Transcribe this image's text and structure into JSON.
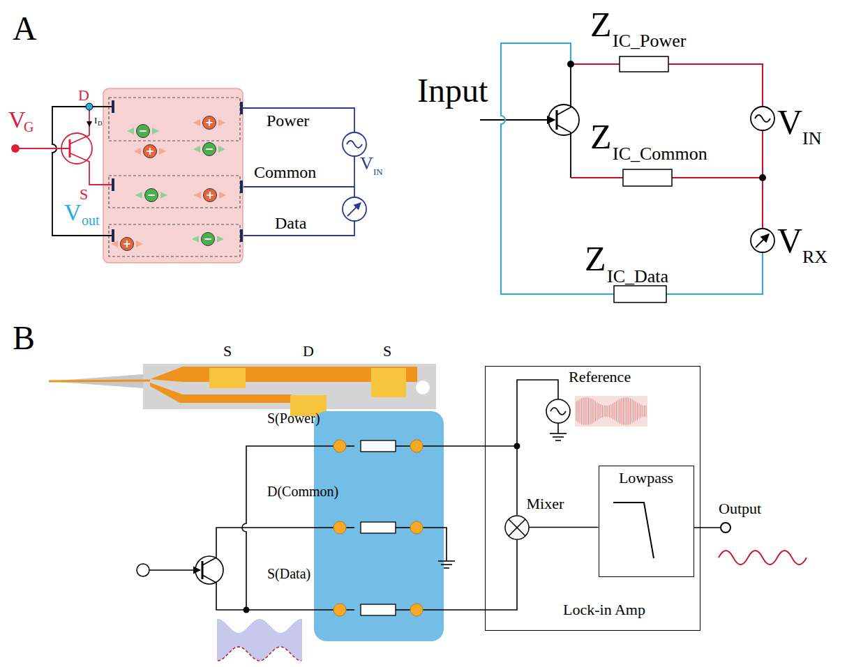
{
  "diagram": {
    "nodes": [
      {
        "text": [
          "−"
        ]
      },
      {
        "text": [
          "+"
        ]
      },
      {
        "text": [
          "+"
        ]
      },
      {
        "text": [
          "−"
        ]
      },
      {
        "text": [
          "−"
        ]
      },
      {
        "text": [
          "+"
        ]
      },
      {
        "text": [
          "+"
        ]
      },
      {
        "text": [
          "−"
        ]
      },
      {
        "text": [
          "Lock-in Amp"
        ]
      },
      {
        "text": [
          "Mixer"
        ],
        "in": 8
      },
      {
        "text": [
          "Lowpass"
        ],
        "in": 8
      },
      {
        "text": [
          "Output"
        ]
      }
    ],
    "edges": [
      {
        "from": 9,
        "to": 10,
        "arrow": "none"
      },
      {
        "from": 10,
        "to": 11,
        "arrow": "none"
      }
    ],
    "labels": [
      "A",
      "V",
      "G",
      "D",
      "I",
      "D",
      "S",
      "V",
      "out",
      "Power",
      "Common",
      "Data",
      "V",
      "IN",
      "Input",
      "Z",
      "IC_Power",
      "Z",
      "IC_Common",
      "V",
      "IN",
      "V",
      "RX",
      "Z",
      "IC_Data",
      "B",
      "S",
      "D",
      "S",
      "S(Power)",
      "D(Common)",
      "S(Data)",
      "Reference"
    ]
  }
}
